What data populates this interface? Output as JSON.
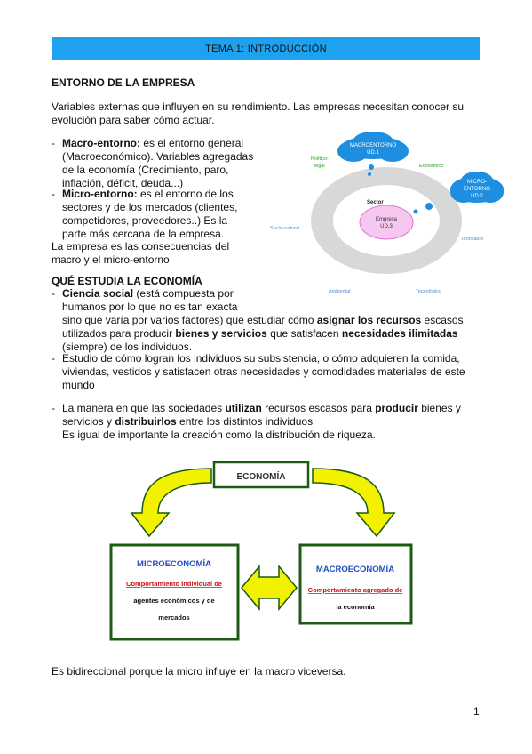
{
  "header": {
    "title": "TEMA 1: INTRODUCCIÓN"
  },
  "entorno": {
    "heading": "ENTORNO DE LA EMPRESA",
    "intro_line1": "Variables externas que influyen en su rendimiento. Las empresas necesitan conocer su",
    "intro_line2": "evolución para saber cómo actuar.",
    "macro_term": "Macro-entorno:",
    "macro_l1": " es el entorno general",
    "macro_l2": "(Macroeconómico). Variables agregadas",
    "macro_l3": "de la economía (Crecimiento, paro,",
    "macro_l4": "inflación, déficit, deuda...)",
    "micro_term": "Micro-entorno:",
    "micro_l1": " es el entorno de los",
    "micro_l2": "sectores y  de los mercados (clientes,",
    "micro_l3": "competidores, proveedores..) Es la",
    "micro_l4": "parte más cercana de la empresa.",
    "conclusion_l1": "La empresa es las consecuencias del",
    "conclusion_l2": "macro y el micro-entorno"
  },
  "diagram1": {
    "macro_cloud_l1": "MACROENTORNO",
    "macro_cloud_l2": "UD.1",
    "micro_cloud_l1": "MICRO-",
    "micro_cloud_l2": "ENTORNO",
    "micro_cloud_l3": "UD.2",
    "politico_l1": "Político-",
    "politico_l2": "legal",
    "economico": "Económico",
    "socio": "Socio-cultural",
    "innovador": "Innovador",
    "ambiental": "Ambiental",
    "tecnologico": "Tecnológico",
    "sector": "Sector",
    "empresa_l1": "Empresa",
    "empresa_l2": "UD.3"
  },
  "economia": {
    "heading": "QUÉ ESTUDIA LA ECONOMÍA",
    "b1_term": "Ciencia social",
    "b1_l1_rest": " (está compuesta por",
    "b1_l2": "humanos por lo que no es tan exacta",
    "b1_l3_a": "sino que varía por varios factores) que estudiar cómo ",
    "b1_l3_b": "asignar los recursos",
    "b1_l3_c": " escasos",
    "b1_l4_a": "utilizados para producir ",
    "b1_l4_b": "bienes y servicios",
    "b1_l4_c": " que satisfacen ",
    "b1_l4_d": "necesidades ilimitadas",
    "b1_l5": "(siempre) de los individuos.",
    "b2_l1": "Estudio de cómo logran los individuos su subsistencia, o cómo adquieren la comida,",
    "b2_l2": "viviendas, vestidos y satisfacen otras necesidades y comodidades materiales de este",
    "b2_l3": "mundo",
    "b3_l1_a": "La manera en que las sociedades ",
    "b3_l1_b": "utilizan",
    "b3_l1_c": " recursos escasos para ",
    "b3_l1_d": "producir",
    "b3_l1_e": " bienes y",
    "b3_l2_a": "servicios y ",
    "b3_l2_b": "distribuirlos",
    "b3_l2_c": " entre los distintos individuos",
    "b3_l3": "Es igual de importante la creación como la distribución de riqueza."
  },
  "diagram2": {
    "economia": "ECONOMÍA",
    "micro_title": "MICROECONOMÍA",
    "micro_sub_l1": "Comportamiento individual de",
    "micro_sub_l2": "agentes económicos y de",
    "micro_sub_l3": "mercados",
    "macro_title": "MACROECONOMÍA",
    "macro_sub_l1": "Comportamiento agregado de",
    "macro_sub_l2": "la economía"
  },
  "footer": {
    "note": "Es bidireccional porque la micro influye en la macro viceversa.",
    "page_number": "1"
  },
  "colors": {
    "header_bg": "#1ea2f0",
    "cloud": "#1e8fe0",
    "ring": "#d8d8d8",
    "empresa_fill": "#f6c8f0",
    "box_border": "#1d5a14",
    "arrow_fill": "#f2f200",
    "micro_blue": "#1f4fbf",
    "red_text": "#d01010"
  }
}
